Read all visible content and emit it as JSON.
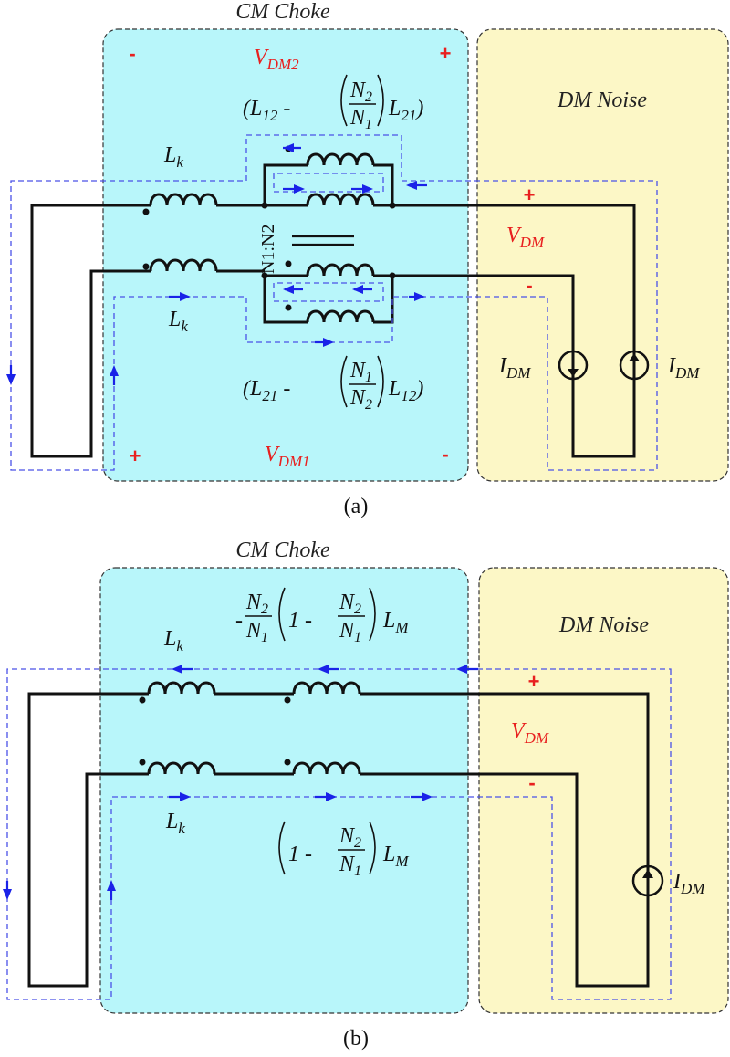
{
  "figure_a": {
    "caption": "(a)",
    "cm_title": "CM Choke",
    "dm_title": "DM Noise",
    "vdm2": "V",
    "vdm2_sub": "DM2",
    "vdm1": "V",
    "vdm1_sub": "DM1",
    "vdm": "V",
    "vdm_sub": "DM",
    "plus": "+",
    "minus": "-",
    "lk": "L",
    "lk_sub": "k",
    "idm": "I",
    "idm_sub": "DM",
    "turns_ratio": "N1:N2",
    "top_expr": {
      "open": "(L",
      "l1_sub": "12",
      "dash": " - ",
      "num": "N",
      "num_sub": "2",
      "den": "N",
      "den_sub": "1",
      "tail": "L",
      "tail_sub": "21",
      "close": ")"
    },
    "bottom_expr": {
      "open": "(L",
      "l1_sub": "21",
      "dash": " - ",
      "num": "N",
      "num_sub": "1",
      "den": "N",
      "den_sub": "2",
      "tail": "L",
      "tail_sub": "12",
      "close": ")"
    }
  },
  "figure_b": {
    "caption": "(b)",
    "cm_title": "CM Choke",
    "dm_title": "DM Noise",
    "vdm": "V",
    "vdm_sub": "DM",
    "plus": "+",
    "minus": "-",
    "lk": "L",
    "lk_sub": "k",
    "idm": "I",
    "idm_sub": "DM",
    "top_expr": {
      "lead": "-",
      "num": "N",
      "num_sub": "2",
      "den": "N",
      "den_sub": "1",
      "one": "1 - ",
      "num2": "N",
      "num2_sub": "2",
      "den2": "N",
      "den2_sub": "1",
      "tail": "L",
      "tail_sub": "M"
    },
    "bottom_expr": {
      "one": "1 - ",
      "num": "N",
      "num_sub": "2",
      "den": "N",
      "den_sub": "1",
      "tail": "L",
      "tail_sub": "M"
    }
  },
  "colors": {
    "cm_fill": "#b8f6fa",
    "dm_fill": "#fcf7c6",
    "voltage_label": "#e8201f",
    "current_path": "#1a22e8"
  }
}
